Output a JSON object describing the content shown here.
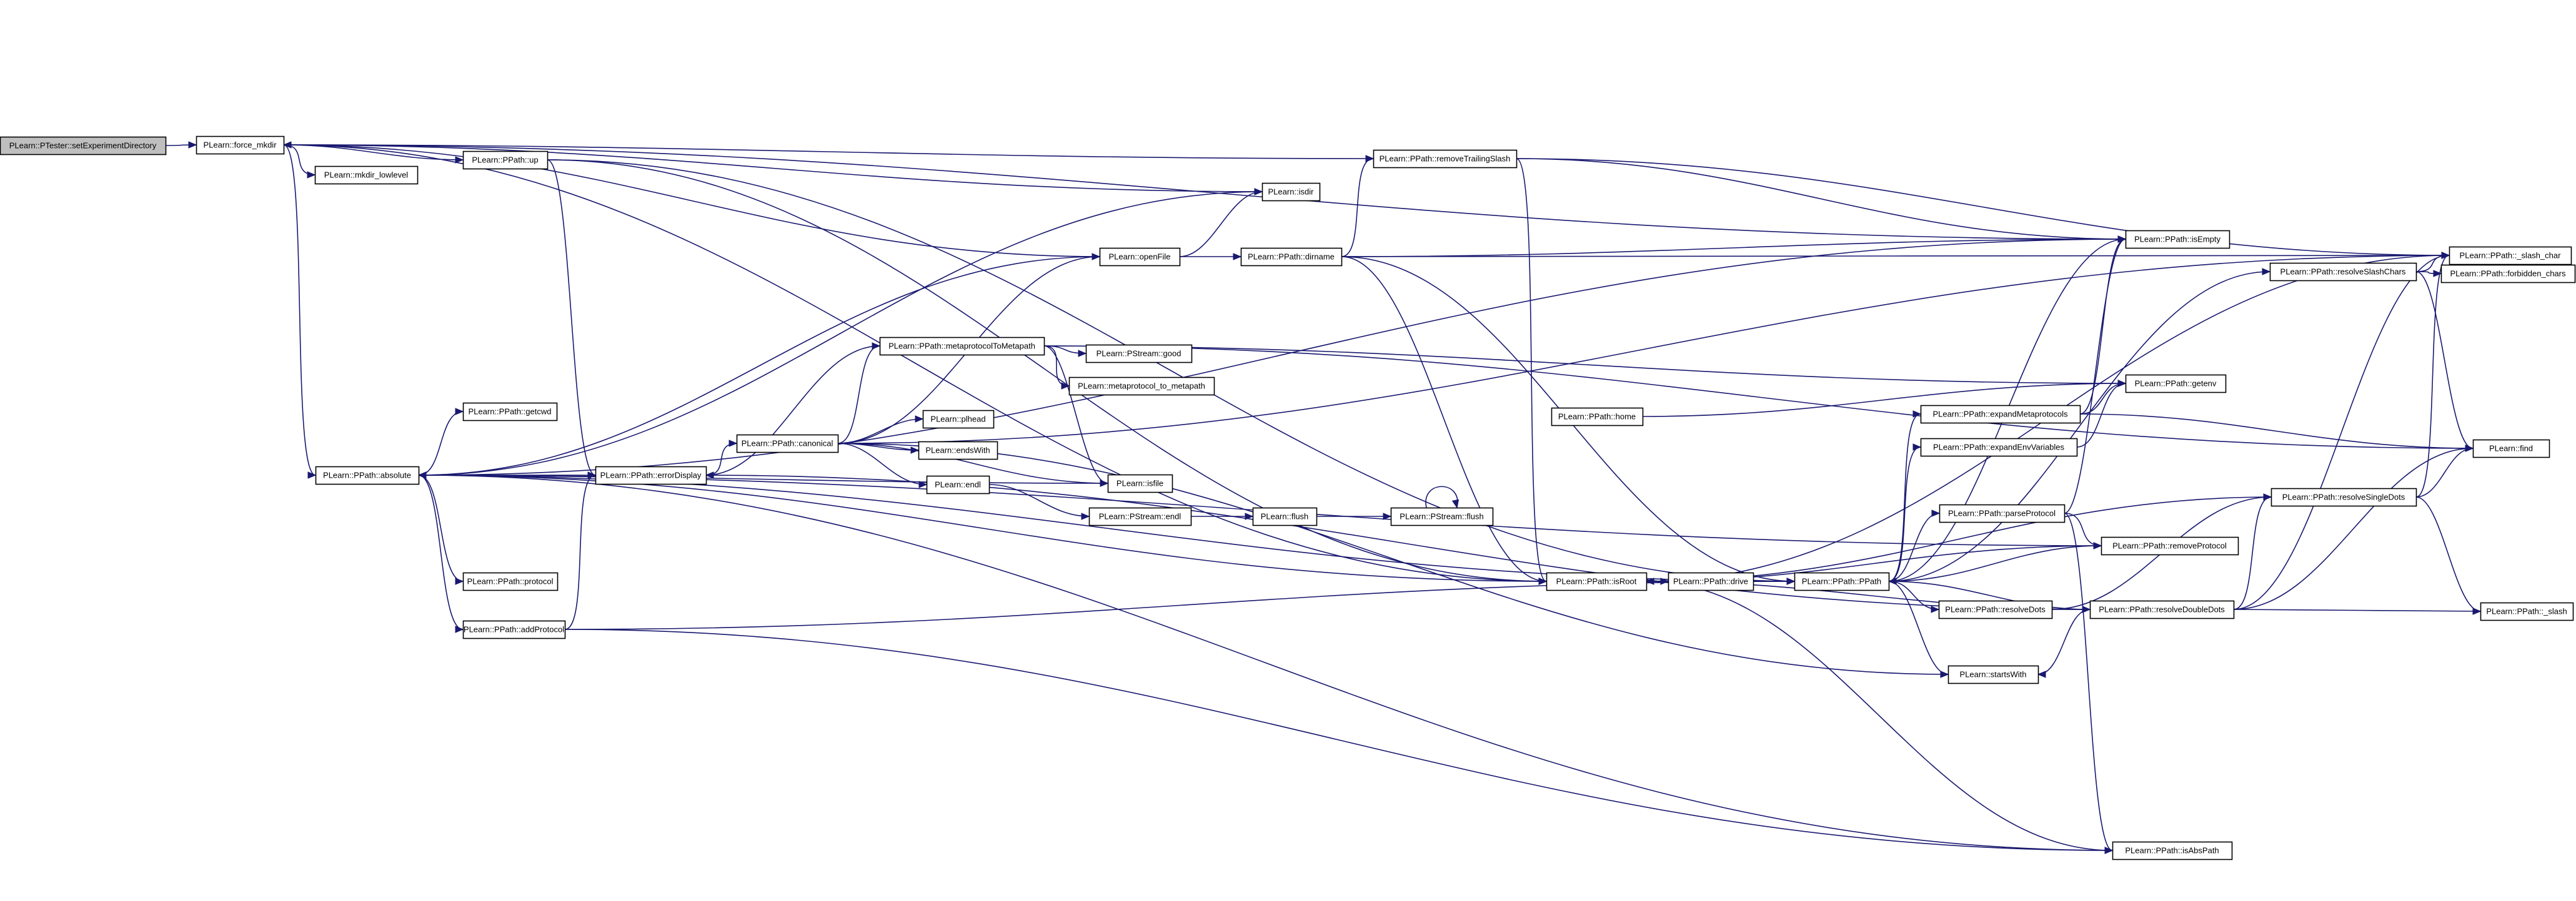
{
  "diagram": {
    "root": "setExperimentDirectory",
    "colors": {
      "edge": "#191970",
      "root_fill": "#bfbfbf",
      "node_fill": "#ffffff",
      "node_border": "#000000"
    },
    "nodes": [
      {
        "id": "setExperimentDirectory",
        "label": "PLearn::PTester::setExperimentDirectory"
      },
      {
        "id": "force_mkdir",
        "label": "PLearn::force_mkdir"
      },
      {
        "id": "mkdir_lowlevel",
        "label": "PLearn::mkdir_lowlevel"
      },
      {
        "id": "up",
        "label": "PLearn::PPath::up"
      },
      {
        "id": "getcwd",
        "label": "PLearn::PPath::getcwd"
      },
      {
        "id": "absolute",
        "label": "PLearn::PPath::absolute"
      },
      {
        "id": "protocol",
        "label": "PLearn::PPath::protocol"
      },
      {
        "id": "addProtocol",
        "label": "PLearn::PPath::addProtocol"
      },
      {
        "id": "errorDisplay",
        "label": "PLearn::PPath::errorDisplay"
      },
      {
        "id": "canonical",
        "label": "PLearn::PPath::canonical"
      },
      {
        "id": "metaprotocolToMetapath",
        "label": "PLearn::PPath::metaprotocolToMetapath"
      },
      {
        "id": "pl_head",
        "label": "PLearn::plhead"
      },
      {
        "id": "endsWith",
        "label": "PLearn::endsWith"
      },
      {
        "id": "endl",
        "label": "PLearn::endl"
      },
      {
        "id": "isfile",
        "label": "PLearn::isfile"
      },
      {
        "id": "good",
        "label": "PLearn::PStream::good"
      },
      {
        "id": "metaprotocol_to_metapath",
        "label": "PLearn::metaprotocol_to_metapath"
      },
      {
        "id": "ps_endl",
        "label": "PLearn::PStream::endl"
      },
      {
        "id": "flush",
        "label": "PLearn::flush"
      },
      {
        "id": "ps_flush",
        "label": "PLearn::PStream::flush"
      },
      {
        "id": "openFile",
        "label": "PLearn::openFile"
      },
      {
        "id": "isdir",
        "label": "PLearn::isdir"
      },
      {
        "id": "dirname",
        "label": "PLearn::PPath::dirname"
      },
      {
        "id": "removeTrailingSlash",
        "label": "PLearn::PPath::removeTrailingSlash"
      },
      {
        "id": "home",
        "label": "PLearn::PPath::home"
      },
      {
        "id": "isRoot",
        "label": "PLearn::PPath::isRoot"
      },
      {
        "id": "drive",
        "label": "PLearn::PPath::drive"
      },
      {
        "id": "PPath",
        "label": "PLearn::PPath::PPath"
      },
      {
        "id": "isEmpty",
        "label": "PLearn::PPath::isEmpty"
      },
      {
        "id": "getenv",
        "label": "PLearn::PPath::getenv"
      },
      {
        "id": "expandMetaprotocols",
        "label": "PLearn::PPath::expandMetaprotocols"
      },
      {
        "id": "expandEnvVariables",
        "label": "PLearn::PPath::expandEnvVariables"
      },
      {
        "id": "parseProtocol",
        "label": "PLearn::PPath::parseProtocol"
      },
      {
        "id": "removeProtocol",
        "label": "PLearn::PPath::removeProtocol"
      },
      {
        "id": "resolveDots",
        "label": "PLearn::PPath::resolveDots"
      },
      {
        "id": "resolveDoubleDots",
        "label": "PLearn::PPath::resolveDoubleDots"
      },
      {
        "id": "startsWith",
        "label": "PLearn::startsWith"
      },
      {
        "id": "isAbsPath",
        "label": "PLearn::PPath::isAbsPath"
      },
      {
        "id": "resolveSlashChars",
        "label": "PLearn::PPath::resolveSlashChars"
      },
      {
        "id": "forbidden_chars",
        "label": "PLearn::PPath::forbidden_chars"
      },
      {
        "id": "slash_char",
        "label": "PLearn::PPath::_slash_char"
      },
      {
        "id": "find",
        "label": "PLearn::find"
      },
      {
        "id": "resolveSingleDots",
        "label": "PLearn::PPath::resolveSingleDots"
      },
      {
        "id": "slash",
        "label": "PLearn::PPath::_slash"
      }
    ],
    "edges": [
      [
        "setExperimentDirectory",
        "force_mkdir"
      ],
      [
        "force_mkdir",
        "mkdir_lowlevel"
      ],
      [
        "force_mkdir",
        "up"
      ],
      [
        "force_mkdir",
        "absolute"
      ],
      [
        "force_mkdir",
        "isdir"
      ],
      [
        "force_mkdir",
        "isEmpty"
      ],
      [
        "force_mkdir",
        "removeTrailingSlash"
      ],
      [
        "force_mkdir",
        "isRoot"
      ],
      [
        "up",
        "errorDisplay"
      ],
      [
        "up",
        "isRoot"
      ],
      [
        "up",
        "PPath"
      ],
      [
        "absolute",
        "getcwd"
      ],
      [
        "absolute",
        "protocol"
      ],
      [
        "absolute",
        "addProtocol"
      ],
      [
        "absolute",
        "isEmpty"
      ],
      [
        "absolute",
        "PPath"
      ],
      [
        "absolute",
        "isAbsPath"
      ],
      [
        "absolute",
        "isRoot"
      ],
      [
        "absolute",
        "removeProtocol"
      ],
      [
        "addProtocol",
        "errorDisplay"
      ],
      [
        "addProtocol",
        "PPath"
      ],
      [
        "addProtocol",
        "isAbsPath"
      ],
      [
        "errorDisplay",
        "absolute"
      ],
      [
        "errorDisplay",
        "canonical"
      ],
      [
        "canonical",
        "metaprotocolToMetapath"
      ],
      [
        "canonical",
        "pl_head"
      ],
      [
        "canonical",
        "endsWith"
      ],
      [
        "canonical",
        "endl"
      ],
      [
        "canonical",
        "isfile"
      ],
      [
        "canonical",
        "openFile"
      ],
      [
        "canonical",
        "slash_char"
      ],
      [
        "canonical",
        "startsWith"
      ],
      [
        "metaprotocolToMetapath",
        "good"
      ],
      [
        "metaprotocolToMetapath",
        "metaprotocol_to_metapath"
      ],
      [
        "metaprotocolToMetapath",
        "isfile"
      ],
      [
        "metaprotocolToMetapath",
        "getenv"
      ],
      [
        "metaprotocolToMetapath",
        "find"
      ],
      [
        "metaprotocolToMetapath",
        "errorDisplay"
      ],
      [
        "endl",
        "ps_endl"
      ],
      [
        "ps_endl",
        "flush"
      ],
      [
        "flush",
        "ps_flush"
      ],
      [
        "ps_flush",
        "ps_flush"
      ],
      [
        "isfile",
        "absolute"
      ],
      [
        "openFile",
        "isdir"
      ],
      [
        "openFile",
        "dirname"
      ],
      [
        "openFile",
        "force_mkdir"
      ],
      [
        "openFile",
        "absolute"
      ],
      [
        "isdir",
        "absolute"
      ],
      [
        "dirname",
        "removeTrailingSlash"
      ],
      [
        "dirname",
        "isEmpty"
      ],
      [
        "dirname",
        "slash_char"
      ],
      [
        "dirname",
        "isRoot"
      ],
      [
        "dirname",
        "PPath"
      ],
      [
        "removeTrailingSlash",
        "isEmpty"
      ],
      [
        "removeTrailingSlash",
        "slash_char"
      ],
      [
        "removeTrailingSlash",
        "isRoot"
      ],
      [
        "home",
        "getenv"
      ],
      [
        "isRoot",
        "drive"
      ],
      [
        "isRoot",
        "removeProtocol"
      ],
      [
        "isRoot",
        "isAbsPath"
      ],
      [
        "isRoot",
        "slash_char"
      ],
      [
        "drive",
        "PPath"
      ],
      [
        "PPath",
        "expandMetaprotocols"
      ],
      [
        "PPath",
        "expandEnvVariables"
      ],
      [
        "PPath",
        "parseProtocol"
      ],
      [
        "PPath",
        "resolveSlashChars"
      ],
      [
        "PPath",
        "resolveDots"
      ],
      [
        "PPath",
        "startsWith"
      ],
      [
        "PPath",
        "isEmpty"
      ],
      [
        "PPath",
        "resolveDoubleDots"
      ],
      [
        "expandMetaprotocols",
        "getenv"
      ],
      [
        "expandMetaprotocols",
        "isEmpty"
      ],
      [
        "expandMetaprotocols",
        "find"
      ],
      [
        "expandEnvVariables",
        "getenv"
      ],
      [
        "parseProtocol",
        "isEmpty"
      ],
      [
        "parseProtocol",
        "removeProtocol"
      ],
      [
        "parseProtocol",
        "isAbsPath"
      ],
      [
        "removeProtocol",
        "PPath"
      ],
      [
        "resolveDots",
        "resolveDoubleDots"
      ],
      [
        "resolveDots",
        "resolveSingleDots"
      ],
      [
        "resolveDoubleDots",
        "resolveSingleDots"
      ],
      [
        "resolveDoubleDots",
        "find"
      ],
      [
        "resolveDoubleDots",
        "slash"
      ],
      [
        "resolveDoubleDots",
        "slash_char"
      ],
      [
        "resolveDoubleDots",
        "isRoot"
      ],
      [
        "resolveDoubleDots",
        "startsWith"
      ],
      [
        "resolveDoubleDots",
        "errorDisplay"
      ],
      [
        "resolveSlashChars",
        "forbidden_chars"
      ],
      [
        "resolveSlashChars",
        "slash_char"
      ],
      [
        "resolveSlashChars",
        "find"
      ],
      [
        "resolveSingleDots",
        "find"
      ],
      [
        "resolveSingleDots",
        "slash"
      ],
      [
        "resolveSingleDots",
        "slash_char"
      ],
      [
        "resolveSingleDots",
        "isRoot"
      ]
    ]
  }
}
